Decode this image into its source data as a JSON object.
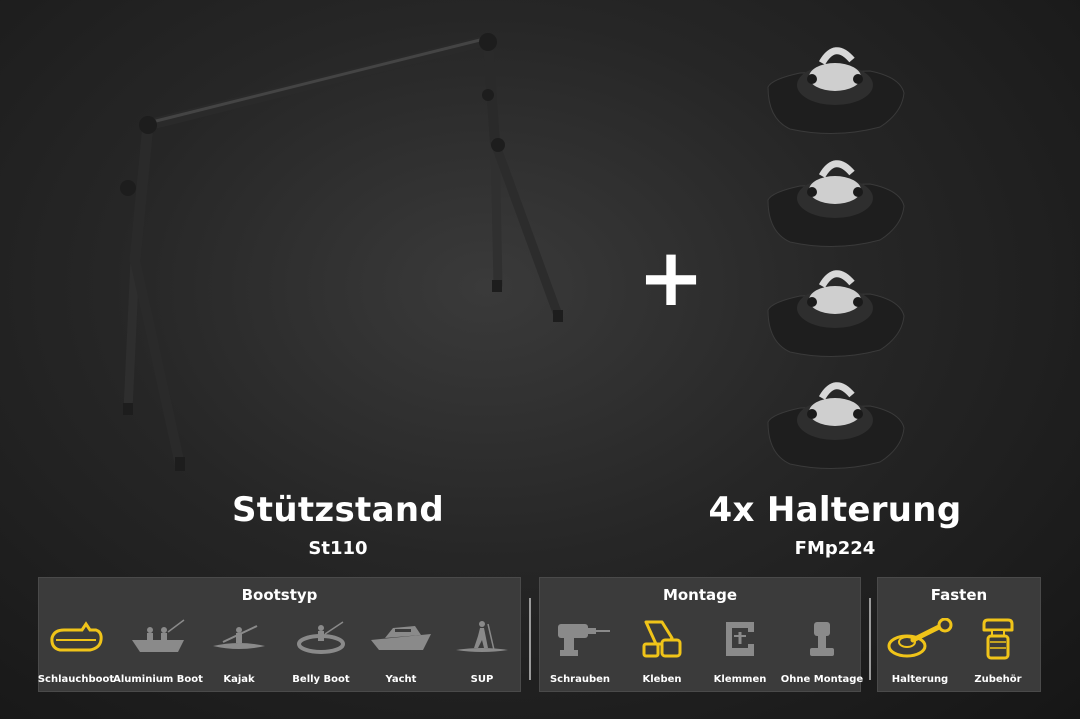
{
  "products": [
    {
      "title": "Stützstand",
      "code": "St110"
    },
    {
      "title": "4x Halterung",
      "code": "FMp224"
    }
  ],
  "plus_symbol": "+",
  "panels": {
    "bootstyp": {
      "title": "Bootstyp",
      "items": [
        {
          "label": "Schlauchboot",
          "icon": "inflatable-boat-icon",
          "active": true
        },
        {
          "label": "Aluminium Boot",
          "icon": "aluminium-boat-icon",
          "active": false
        },
        {
          "label": "Kajak",
          "icon": "kayak-icon",
          "active": false
        },
        {
          "label": "Belly Boot",
          "icon": "belly-boat-icon",
          "active": false
        },
        {
          "label": "Yacht",
          "icon": "yacht-icon",
          "active": false
        },
        {
          "label": "SUP",
          "icon": "sup-icon",
          "active": false
        }
      ]
    },
    "montage": {
      "title": "Montage",
      "items": [
        {
          "label": "Schrauben",
          "icon": "drill-icon",
          "active": false
        },
        {
          "label": "Kleben",
          "icon": "glue-icon",
          "active": true
        },
        {
          "label": "Klemmen",
          "icon": "clamp-icon",
          "active": false
        },
        {
          "label": "Ohne Montage",
          "icon": "no-mount-icon",
          "active": false
        }
      ]
    },
    "fasten": {
      "title": "Fasten",
      "items": [
        {
          "label": "Halterung",
          "icon": "mount-holder-icon",
          "active": true
        },
        {
          "label": "Zubehör",
          "icon": "accessory-icon",
          "active": true
        }
      ]
    }
  },
  "colors": {
    "active_icon": "#f0c419",
    "inactive_icon": "#8a8a8a",
    "panel_bg": "#3b3b3b"
  }
}
